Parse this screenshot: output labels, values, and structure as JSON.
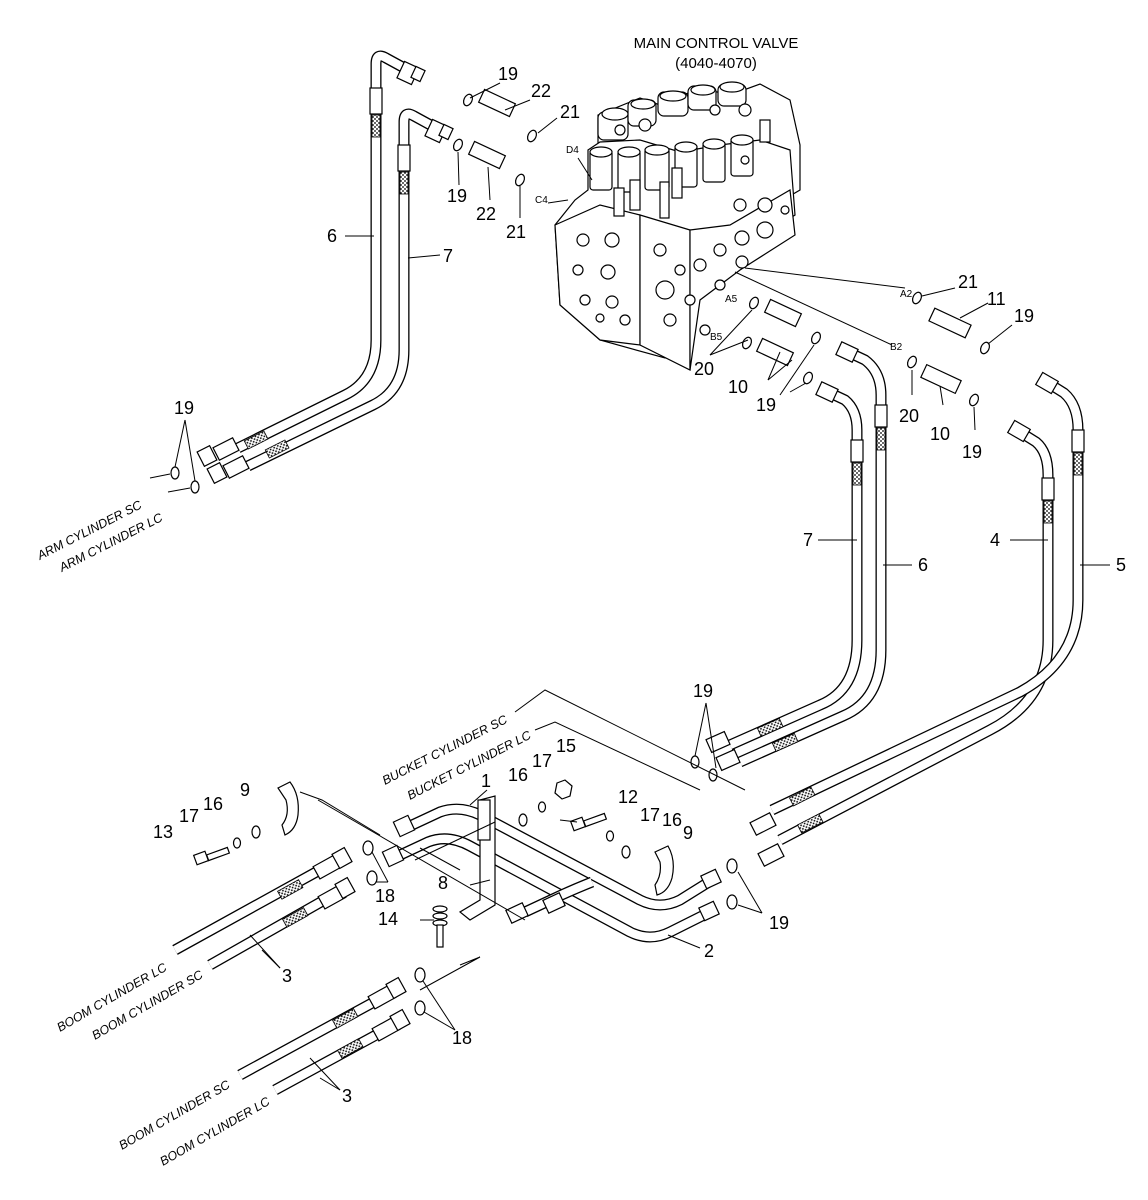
{
  "title": {
    "line1": "MAIN CONTROL VALVE",
    "line2": "(4040-4070)"
  },
  "ports": {
    "d4": "D4",
    "c4": "C4",
    "a5": "A5",
    "b5": "B5",
    "a2": "A2",
    "b2": "B2"
  },
  "cylinders": {
    "arm_sc": "ARM CYLINDER SC",
    "arm_lc": "ARM CYLINDER LC",
    "bucket_sc": "BUCKET CYLINDER SC",
    "bucket_lc": "BUCKET CYLINDER LC",
    "boom_lc_upper": "BOOM CYLINDER LC",
    "boom_sc_upper": "BOOM CYLINDER SC",
    "boom_sc_lower": "BOOM CYLINDER SC",
    "boom_lc_lower": "BOOM CYLINDER LC"
  },
  "callouts": {
    "c19_top": "19",
    "c22_top": "22",
    "c21_top": "21",
    "c19_mid": "19",
    "c22_mid": "22",
    "c21_mid": "21",
    "c6_left": "6",
    "c7_left": "7",
    "c19_arm": "19",
    "c21_right": "21",
    "c11": "11",
    "c19_right": "19",
    "c20_left": "20",
    "c10_left": "10",
    "c19_center": "19",
    "c20_right": "20",
    "c10_right": "10",
    "c19_far": "19",
    "c7_right": "7",
    "c6_right": "6",
    "c4": "4",
    "c5": "5",
    "c19_bucket": "19",
    "c15": "15",
    "c17_a": "17",
    "c16_a": "16",
    "c1": "1",
    "c12": "12",
    "c17_b": "17",
    "c16_b": "16",
    "c9_right": "9",
    "c9_left": "9",
    "c17_c": "17",
    "c16_c": "16",
    "c13": "13",
    "c18_top": "18",
    "c8": "8",
    "c14": "14",
    "c3_top": "3",
    "c2": "2",
    "c19_boom": "19",
    "c18_bottom": "18",
    "c3_bottom": "3"
  }
}
